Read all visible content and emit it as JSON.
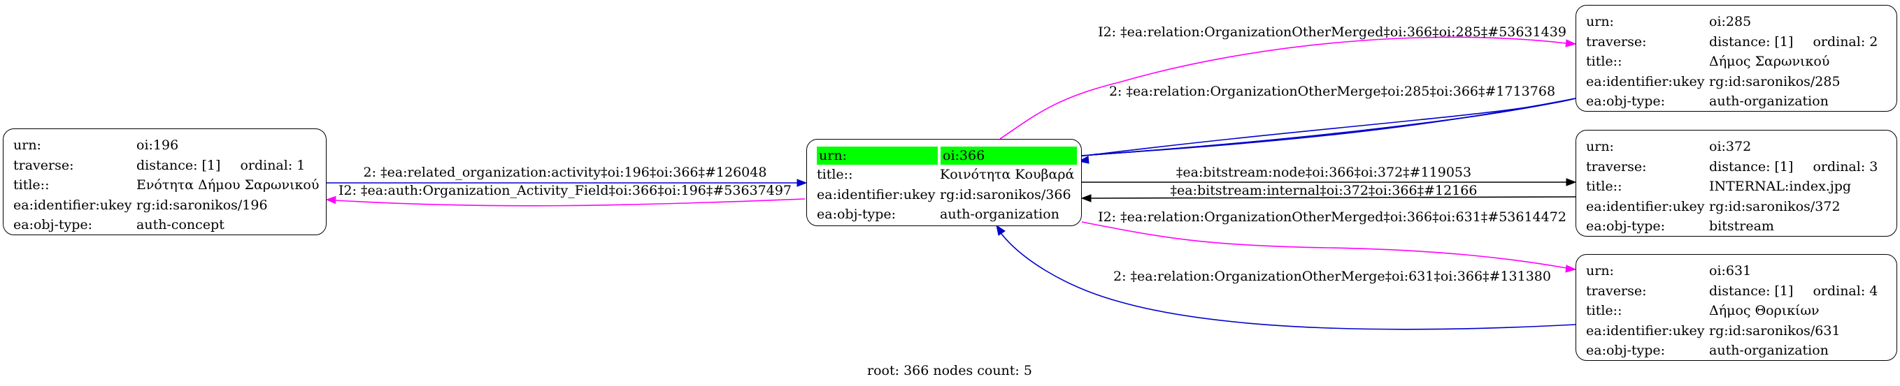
{
  "colors": {
    "blue": "#0000cc",
    "magenta": "#ff00ff",
    "black": "#000000",
    "highlight": "#00ff00"
  },
  "nodes": {
    "n196": {
      "rows": [
        {
          "key": "urn:",
          "value": "oi:196"
        },
        {
          "key": "traverse:",
          "value": "distance: [1]",
          "extra": "ordinal: 1"
        },
        {
          "key": "title::",
          "value": "Ενότητα Δήμου Σαρωνικού"
        },
        {
          "key": "ea:identifier:ukey",
          "value": "rg:id:saronikos/196"
        },
        {
          "key": "ea:obj-type:",
          "value": "auth-concept"
        }
      ]
    },
    "n366": {
      "rows": [
        {
          "key": "urn:",
          "value": "oi:366"
        },
        {
          "key": "title::",
          "value": "Κοινότητα Κουβαρά"
        },
        {
          "key": "ea:identifier:ukey",
          "value": "rg:id:saronikos/366"
        },
        {
          "key": "ea:obj-type:",
          "value": "auth-organization"
        }
      ]
    },
    "n285": {
      "rows": [
        {
          "key": "urn:",
          "value": "oi:285"
        },
        {
          "key": "traverse:",
          "value": "distance: [1]",
          "extra": "ordinal: 2"
        },
        {
          "key": "title::",
          "value": "Δήμος Σαρωνικού"
        },
        {
          "key": "ea:identifier:ukey",
          "value": "rg:id:saronikos/285"
        },
        {
          "key": "ea:obj-type:",
          "value": "auth-organization"
        }
      ]
    },
    "n372": {
      "rows": [
        {
          "key": "urn:",
          "value": "oi:372"
        },
        {
          "key": "traverse:",
          "value": "distance: [1]",
          "extra": "ordinal: 3"
        },
        {
          "key": "title::",
          "value": "INTERNAL:index.jpg"
        },
        {
          "key": "ea:identifier:ukey",
          "value": "rg:id:saronikos/372"
        },
        {
          "key": "ea:obj-type:",
          "value": "bitstream"
        }
      ]
    },
    "n631": {
      "rows": [
        {
          "key": "urn:",
          "value": "oi:631"
        },
        {
          "key": "traverse:",
          "value": "distance: [1]",
          "extra": "ordinal: 4"
        },
        {
          "key": "title::",
          "value": "Δήμος Θορικίων"
        },
        {
          "key": "ea:identifier:ukey",
          "value": "rg:id:saronikos/631"
        },
        {
          "key": "ea:obj-type:",
          "value": "auth-organization"
        }
      ]
    }
  },
  "edges": [
    {
      "id": "e1",
      "label": "2: ‡ea:related_organization:activity‡oi:196‡oi:366‡#126048",
      "color": "blue"
    },
    {
      "id": "e2",
      "label": "I2: ‡ea:auth:Organization_Activity_Field‡oi:366‡oi:196‡#53637497",
      "color": "magenta"
    },
    {
      "id": "e3",
      "label": "I2: ‡ea:relation:OrganizationOtherMerged‡oi:366‡oi:285‡#53631439",
      "color": "magenta"
    },
    {
      "id": "e4",
      "label": "2: ‡ea:relation:OrganizationOtherMerge‡oi:285‡oi:366‡#1713768",
      "color": "blue"
    },
    {
      "id": "e5",
      "label": "‡ea:bitstream:node‡oi:366‡oi:372‡#119053",
      "color": "black"
    },
    {
      "id": "e6",
      "label": "‡ea:bitstream:internal‡oi:372‡oi:366‡#12166",
      "color": "black"
    },
    {
      "id": "e7",
      "label": "I2: ‡ea:relation:OrganizationOtherMerged‡oi:366‡oi:631‡#53614472",
      "color": "magenta"
    },
    {
      "id": "e8",
      "label": "2: ‡ea:relation:OrganizationOtherMerge‡oi:631‡oi:366‡#131380",
      "color": "blue"
    }
  ],
  "footer": "root: 366 nodes count: 5"
}
